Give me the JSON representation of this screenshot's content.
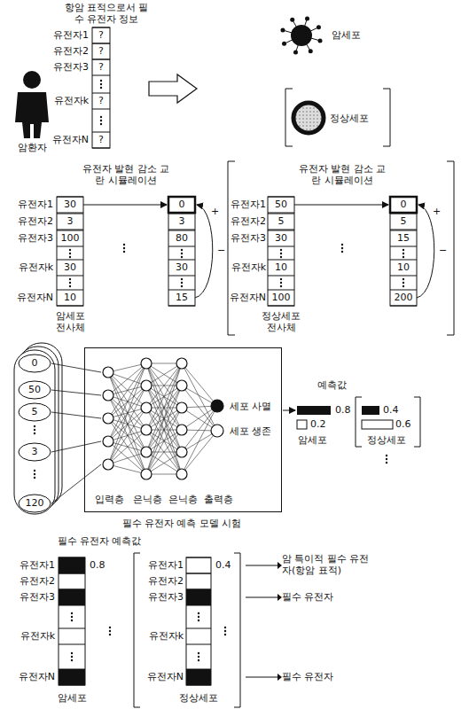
{
  "diagram": {
    "nodes": [
      {
        "text": [
          "세포 사멸",
          "세포 생존",
          "입력층",
          "은닉층",
          "은닉층",
          "출력층"
        ]
      }
    ],
    "labels": [
      "항암 표적으로서 필수 유전자 정보",
      "유전자1",
      "?",
      "유전자2",
      "?",
      "유전자3",
      "?",
      "유전자k",
      "?",
      "유전자N",
      "?",
      "암환자",
      "암세포",
      "정상세포",
      "유전자 발현 감소 교란 시뮬레이션",
      "유전자1",
      "30",
      "유전자2",
      "3",
      "유전자3",
      "100",
      "유전자k",
      "30",
      "유전자N",
      "10",
      "0",
      "3",
      "80",
      "30",
      "15",
      "+",
      "−",
      "암세포 전사체",
      "유전자 발현 감소 교란 시뮬레이션",
      "유전자1",
      "50",
      "유전자2",
      "5",
      "유전자3",
      "30",
      "유전자k",
      "10",
      "유전자N",
      "100",
      "0",
      "5",
      "15",
      "10",
      "200",
      "+",
      "−",
      "정상세포 전사체",
      "0",
      "50",
      "5",
      "3",
      "120",
      "필수 유전자 예측 모델 시험",
      "예측값",
      "0.8",
      "0.2",
      "암세포",
      "0.4",
      "0.6",
      "정상세포",
      "필수 유전자 예측값",
      "유전자1",
      "0.8",
      "유전자2",
      "유전자3",
      "유전자k",
      "유전자N",
      "암세포",
      "유전자1",
      "0.4",
      "유전자2",
      "유전자3",
      "유전자k",
      "유전자N",
      "정상세포",
      "암 특이적 필수 유전자(항암 표적)",
      "필수 유전자",
      "필수 유전자"
    ]
  }
}
